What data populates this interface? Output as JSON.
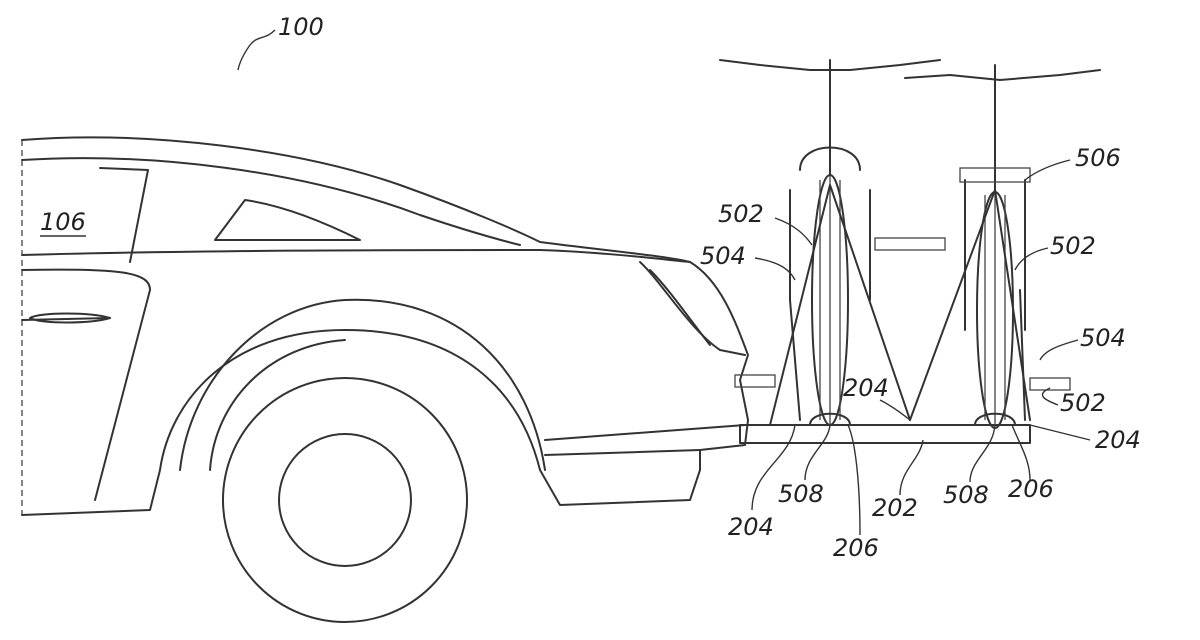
{
  "figure": {
    "ref_main": "100",
    "ref_vehicle": "106",
    "labels": {
      "strap_upper_left": "502",
      "strap_upper_right": "502",
      "strap_lower_right": "502",
      "arm_left": "504",
      "arm_right": "504",
      "bike": "506",
      "anchor_mid": "204",
      "anchor_right": "204",
      "anchor_left": "204",
      "wheel_cradle_left": "508",
      "wheel_cradle_right": "508",
      "wheel_stop_left": "206",
      "wheel_stop_right": "206",
      "platform": "202"
    }
  }
}
